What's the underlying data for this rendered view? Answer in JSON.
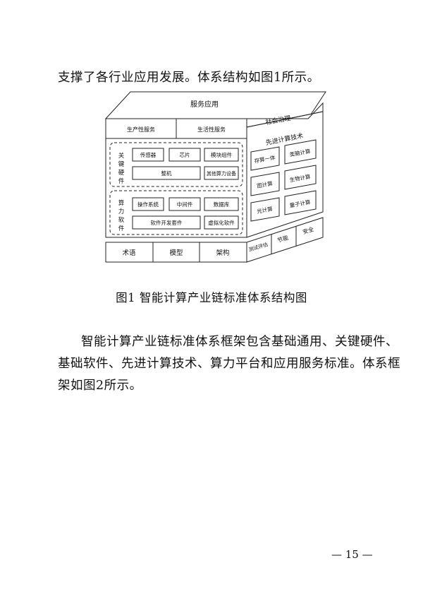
{
  "text": {
    "intro_line": "支撑了各行业应用发展。体系结构如图1所示。",
    "figure_caption": "图1  智能计算产业链标准体系结构图",
    "paragraph_lines": [
      "智能计算产业链标准体系框架包含基础通用、关键硬件、",
      "基础软件、先进计算技术、算力平台和应用服务标准。体系框",
      "架如图2所示。"
    ],
    "page_number": "— 15 —"
  },
  "diagram": {
    "top_title": "服务应用",
    "social_governance": "社会治理",
    "services": [
      "生产性服务",
      "生活性服务"
    ],
    "hardware_group": {
      "label": "关键硬件",
      "items": [
        "传感器",
        "芯片",
        "模块组件",
        "整机",
        "其他算力设备"
      ]
    },
    "software_group": {
      "label": "算力软件",
      "items": [
        "操作系统",
        "中间件",
        "数据库",
        "软件开发套件",
        "虚拟化软件"
      ]
    },
    "advanced_title": "先进计算技术",
    "advanced_items": [
      "存算一体",
      "类脑计算",
      "图计算",
      "生物计算",
      "光计算",
      "量子计算"
    ],
    "bottom_items": [
      "术语",
      "模型",
      "架构"
    ],
    "side_bottom_items": [
      "测试评估",
      "节能",
      "安全"
    ]
  }
}
